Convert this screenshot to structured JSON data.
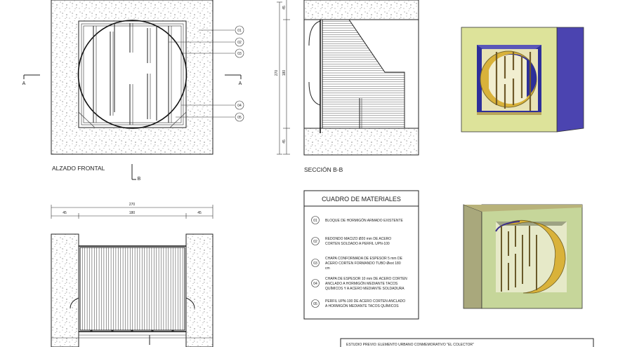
{
  "views": {
    "front_elevation_title": "ALZADO FRONTAL",
    "section_title": "SECCIÓN B-B",
    "cut_marker_a": "A",
    "cut_marker_b": "B"
  },
  "dimensions": {
    "total": "270",
    "side": "45",
    "center": "180",
    "vertical_top": "45",
    "vertical_center": "180",
    "vertical_total": "270",
    "vertical_bottom": "45"
  },
  "callouts": [
    "01",
    "02",
    "03",
    "04",
    "05"
  ],
  "materials_table": {
    "title": "CUADRO DE MATERIALES",
    "items": [
      {
        "code": "01",
        "lines": [
          "BLOQUE DE HORMIGÓN ARMADO EXISTENTE"
        ]
      },
      {
        "code": "02",
        "lines": [
          "REDONDO MACIZO Ø20 mm DE ACERO",
          "CORTEN SOLDADO A PERFIL UPN-100"
        ]
      },
      {
        "code": "03",
        "lines": [
          "CHAPA CONFORMADA DE ESPESOR 5 mm DE",
          "ACERO CORTEN FORMANDO TUBO Øext 180",
          "cm"
        ]
      },
      {
        "code": "04",
        "lines": [
          "CHAPA DE ESPESOR 10 mm DE ACERO CORTEN",
          "ANCLADO A HORMIGÓN MEDIANTE TACOS",
          "QUÍMICOS Y A ACERO MEDIANTE SOLDADURA"
        ]
      },
      {
        "code": "05",
        "lines": [
          "PERFIL UPN-100 DE ACERO CORTEN ANCLADO",
          "A HORMIGÓN MEDIANTE TACOS QUÍMICOS"
        ]
      }
    ]
  },
  "title_block": {
    "text": "ESTUDIO PREVIO:  ELEMENTO URBANO CONMEMORATIVO \"EL COLECTOR\""
  },
  "colors": {
    "concrete_face": "#dde39a",
    "concrete_side": "#5a4fb8",
    "concrete_top": "#b8b27a",
    "concrete_light": "#c8d89a",
    "corten_gold": "#d9b23a",
    "steel_dark": "#2d2f9a",
    "render_gray": "#9aa080"
  }
}
